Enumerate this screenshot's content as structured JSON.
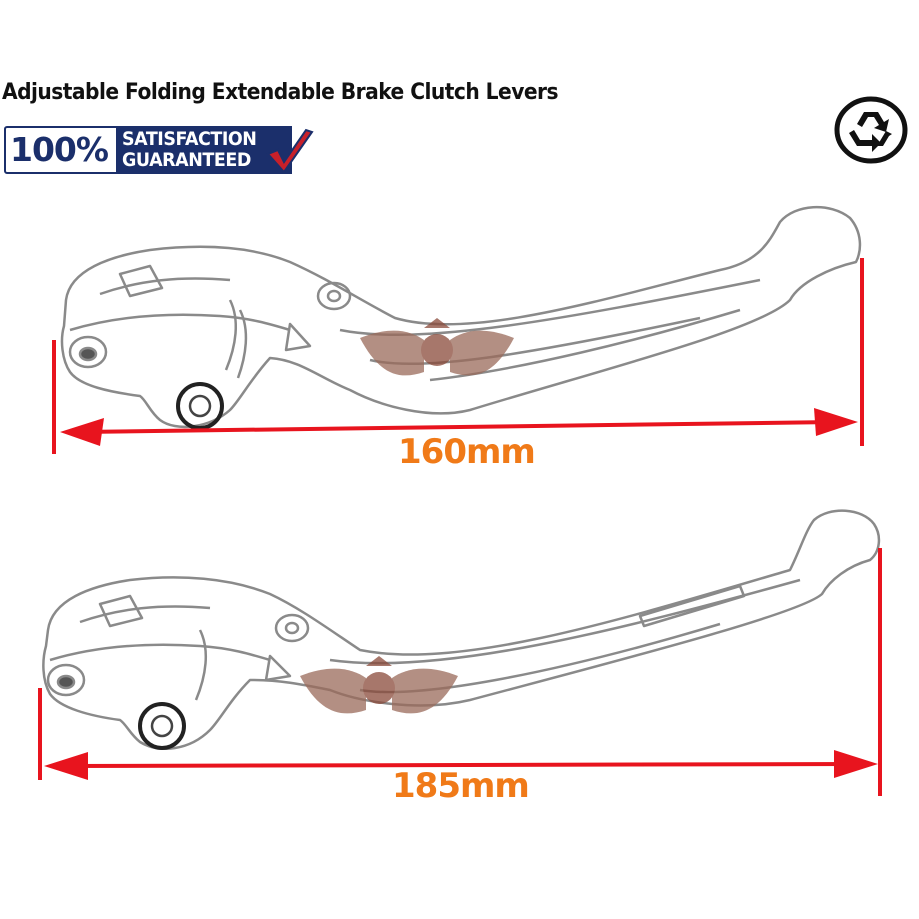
{
  "title": "Adjustable Folding Extendable Brake Clutch Levers",
  "badge": {
    "percent": "100%",
    "line1": "SATISFACTION",
    "line2": "GUARANTEED"
  },
  "dimensions": {
    "short": "160mm",
    "long": "185mm"
  },
  "colors": {
    "arrow": "#e8141e",
    "label": "#f07a18",
    "badge": "#1b2f6b",
    "check": "#c8202a"
  },
  "icons": [
    "recycle-icon",
    "checkmark-icon",
    "winged-emblem-icon"
  ]
}
